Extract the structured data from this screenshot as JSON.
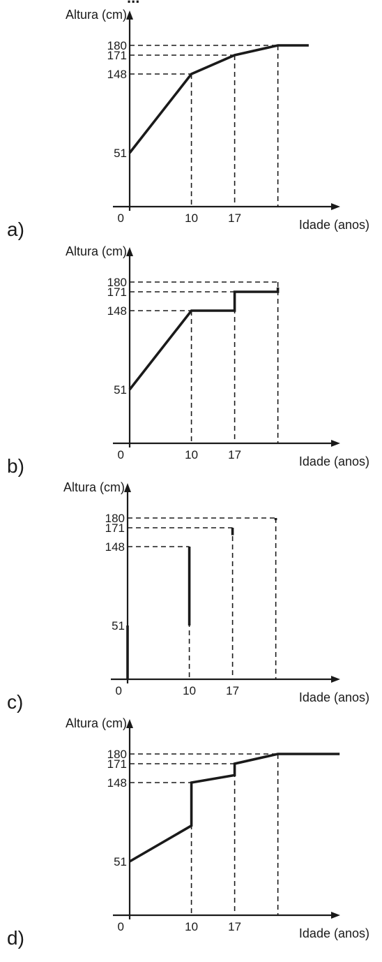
{
  "header_fragment": "...",
  "chart_data": [
    {
      "panel": "a)",
      "type": "line",
      "ylabel": "Altura (cm)",
      "xlabel": "Idade (anos)",
      "x_ticks": [
        "0",
        "10",
        "17"
      ],
      "y_ticks": [
        "51",
        "148",
        "171",
        "180"
      ],
      "guides": [
        {
          "x": 10,
          "y": 148
        },
        {
          "x": 17,
          "y": 171
        },
        {
          "x": 24,
          "y": 180
        }
      ],
      "segments": [
        [
          [
            0,
            51
          ],
          [
            10,
            148
          ],
          [
            17,
            171
          ],
          [
            24,
            180
          ],
          [
            29,
            180
          ]
        ]
      ]
    },
    {
      "panel": "b)",
      "type": "line",
      "ylabel": "Altura (cm)",
      "xlabel": "Idade (anos)",
      "x_ticks": [
        "0",
        "10",
        "17"
      ],
      "y_ticks": [
        "51",
        "148",
        "171",
        "180"
      ],
      "guides": [
        {
          "x": 10,
          "y": 148
        },
        {
          "x": 17,
          "y": 171
        },
        {
          "x": 24,
          "y": 180
        }
      ],
      "segments": [
        [
          [
            0,
            51
          ],
          [
            10,
            148
          ],
          [
            17,
            148
          ],
          [
            17,
            171
          ],
          [
            24,
            171
          ],
          [
            24,
            175
          ]
        ]
      ]
    },
    {
      "panel": "c)",
      "type": "line",
      "ylabel": "Altura (cm)",
      "xlabel": "Idade (anos)",
      "x_ticks": [
        "0",
        "10",
        "17"
      ],
      "y_ticks": [
        "51",
        "148",
        "171",
        "180"
      ],
      "guides": [
        {
          "x": 10,
          "y": 148
        },
        {
          "x": 17,
          "y": 171
        },
        {
          "x": 24,
          "y": 180
        }
      ],
      "segments": [
        [
          [
            0,
            0
          ],
          [
            0,
            51
          ]
        ],
        [
          [
            10,
            51
          ],
          [
            10,
            148
          ]
        ],
        [
          [
            17,
            162
          ],
          [
            17,
            171
          ]
        ],
        [
          [
            24,
            178
          ],
          [
            24,
            180
          ]
        ]
      ]
    },
    {
      "panel": "d)",
      "type": "line",
      "ylabel": "Altura (cm)",
      "xlabel": "Idade (anos)",
      "x_ticks": [
        "0",
        "10",
        "17"
      ],
      "y_ticks": [
        "51",
        "148",
        "171",
        "180"
      ],
      "guides": [
        {
          "x": 10,
          "y": 148
        },
        {
          "x": 17,
          "y": 171
        },
        {
          "x": 24,
          "y": 180
        }
      ],
      "segments": [
        [
          [
            0,
            51
          ],
          [
            10,
            95
          ],
          [
            10,
            148
          ],
          [
            17,
            157
          ],
          [
            17,
            171
          ],
          [
            24,
            180
          ],
          [
            34,
            180
          ]
        ]
      ]
    }
  ]
}
